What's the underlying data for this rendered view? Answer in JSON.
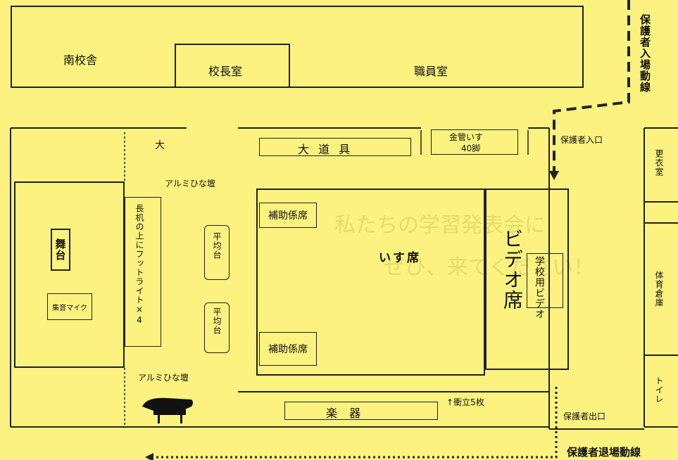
{
  "rooms": {
    "south_building": "南校舎",
    "principal_room": "校長室",
    "staff_room": "職員室",
    "dressing_room": "更衣室",
    "gym_storage": "体育倉庫",
    "toilet": "トイレ"
  },
  "gym": {
    "stage": "舞台",
    "sound_mic": "集音マイク",
    "side_label_top": "大",
    "tamba_top": "大 道 具",
    "folding_chairs_line1": "金管いす",
    "folding_chairs_line2": "40脚",
    "aluminum_riser_top": "アルミひな壇",
    "aluminum_riser_bottom": "アルミひな壇",
    "long_desk": "長机の上にフットライト×4",
    "balance_beam_1": "平均台",
    "balance_beam_2": "平均台",
    "assist_seat_top": "補助係席",
    "assist_seat_bottom": "補助係席",
    "chair_area": "いす席",
    "video_seat": "ビデオ席",
    "school_video": "学校用ビデオ",
    "instruments": "楽 器",
    "partition": "↑衝立5枚"
  },
  "guardian": {
    "entry_route": "保護者入場動線",
    "entrance": "保護者入口",
    "exit": "保護者出口",
    "exit_route": "保護者退場動線"
  },
  "watermark": {
    "line1": "私たちの学習発表会に",
    "line2": "ぜひ、来てください！"
  },
  "colors": {
    "background": "#fbf27f",
    "line": "#222222"
  }
}
